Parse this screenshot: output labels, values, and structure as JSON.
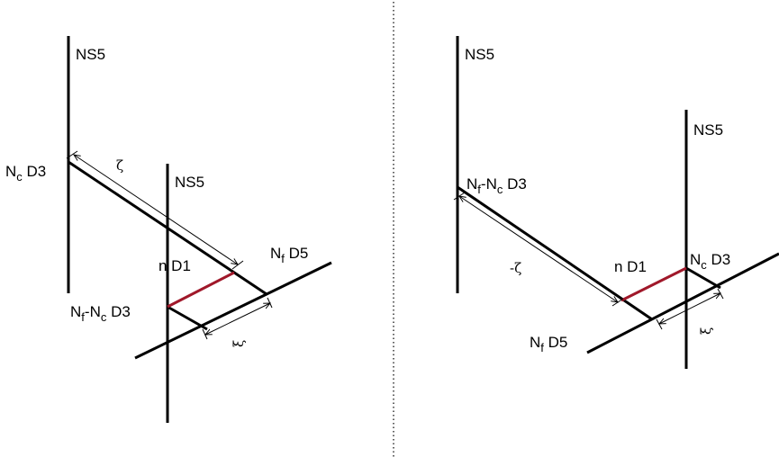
{
  "divider": "dotted-vertical-separator",
  "colors": {
    "line": "#000000",
    "d1": "#a0182a"
  },
  "left": {
    "ns5_top": "NS5",
    "ns5_mid": "NS5",
    "nc_d3": {
      "main": "N",
      "sub": "c",
      "suffix": " D3"
    },
    "nf_d5": {
      "main": "N",
      "sub": "f",
      "suffix": " D5"
    },
    "n_d1": "n D1",
    "nf_nc_d3": {
      "n1": "N",
      "s1": "f",
      "dash": "-N",
      "s2": "c",
      "suffix": " D3"
    },
    "zeta": "ζ",
    "xi": "ξ"
  },
  "right": {
    "ns5_top": "NS5",
    "ns5_mid": "NS5",
    "nf_nc_d3": {
      "n1": "N",
      "s1": "f",
      "dash": "-N",
      "s2": "c",
      "suffix": " D3"
    },
    "n_d1": "n D1",
    "nc_d3": {
      "main": "N",
      "sub": "c",
      "suffix": " D3"
    },
    "nf_d5": {
      "main": "N",
      "sub": "f",
      "suffix": " D5"
    },
    "minus_zeta": "-ζ",
    "xi": "ξ"
  }
}
